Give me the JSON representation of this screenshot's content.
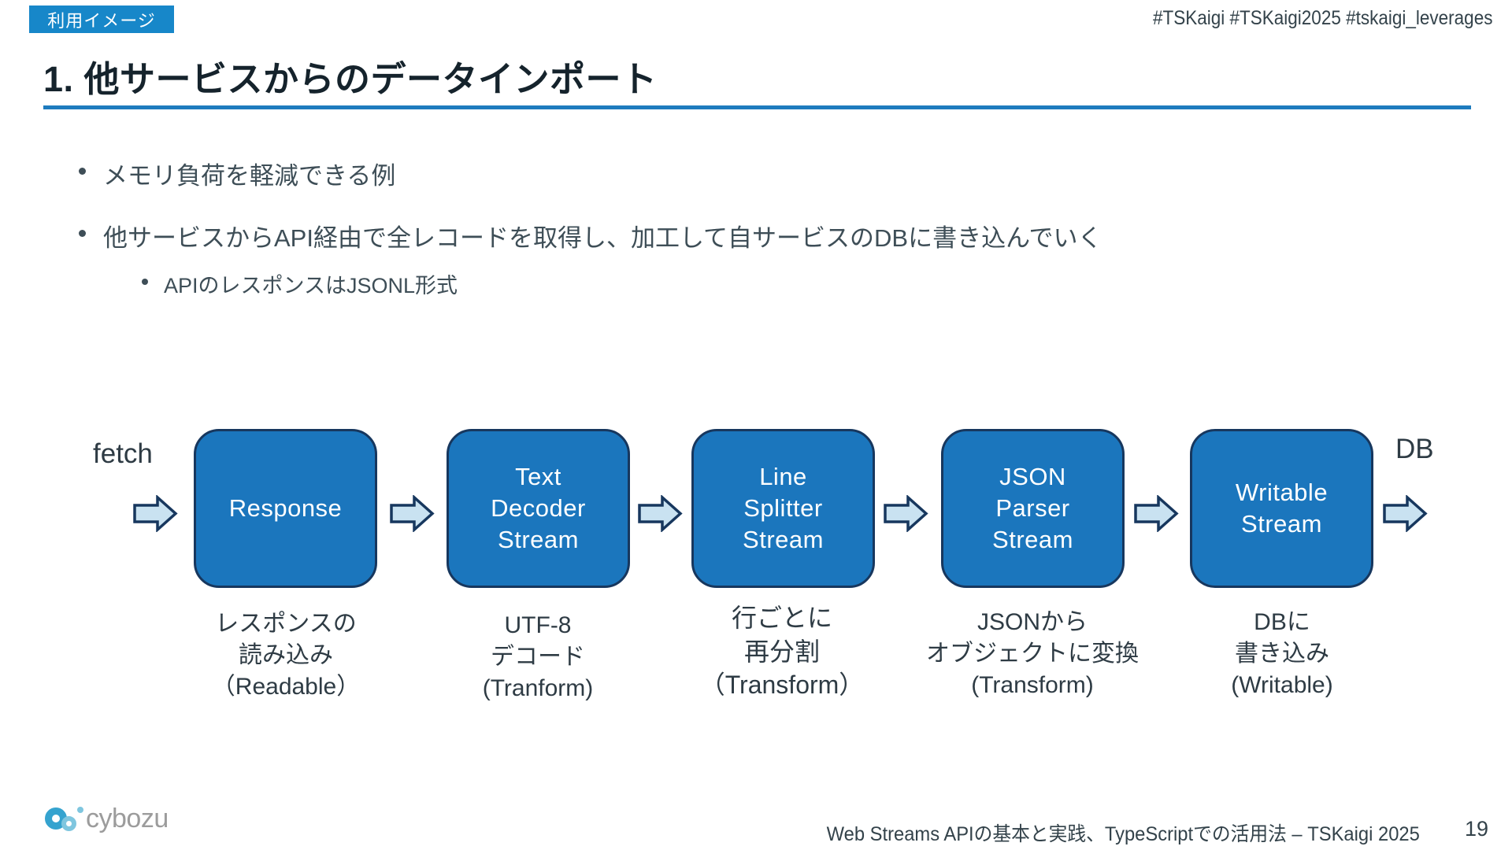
{
  "colors": {
    "accent_blue": "#1E7BBE",
    "badge_blue": "#1787C9",
    "node_fill": "#1B76BD",
    "node_border": "#17375E",
    "arrow_fill": "#C9E2F1",
    "arrow_border": "#17375E",
    "title_text": "#15232C",
    "body_text": "#3E4E57",
    "logo_gray": "#9C9C9C",
    "logo_blue": "#35A3CF",
    "logo_blue_light": "#7FC6DF"
  },
  "header": {
    "badge": "利用イメージ",
    "hashtags": "#TSKaigi #TSKaigi2025 #tskaigi_leverages",
    "title": "1. 他サービスからのデータインポート"
  },
  "bullets": [
    {
      "level": 1,
      "text": "メモリ負荷を軽減できる例"
    },
    {
      "level": 1,
      "text": "他サービスからAPI経由で全レコードを取得し、加工して自サービスのDBに書き込んでいく"
    },
    {
      "level": 2,
      "text": "APIのレスポンスはJSONL形式"
    }
  ],
  "diagram": {
    "input_label": "fetch",
    "output_label": "DB",
    "nodes": [
      {
        "label_lines": [
          "Response"
        ],
        "caption_lines": [
          "レスポンスの",
          "読み込み",
          "（Readable）"
        ]
      },
      {
        "label_lines": [
          "Text",
          "Decoder",
          "Stream"
        ],
        "caption_lines": [
          "UTF-8",
          "デコード",
          "(Tranform)"
        ]
      },
      {
        "label_lines": [
          "Line",
          "Splitter",
          "Stream"
        ],
        "caption_lines": [
          "行ごとに",
          "再分割",
          "（Transform）"
        ]
      },
      {
        "label_lines": [
          "JSON",
          "Parser",
          "Stream"
        ],
        "caption_lines": [
          "JSONから",
          "オブジェクトに変換",
          "(Transform)"
        ]
      },
      {
        "label_lines": [
          "Writable",
          "Stream"
        ],
        "caption_lines": [
          "DBに",
          "書き込み",
          "(Writable)"
        ]
      }
    ]
  },
  "footer": {
    "logo_text": "cybozu",
    "deck_title": "Web Streams APIの基本と実践、TypeScriptでの活用法 – TSKaigi 2025",
    "page_number": "19"
  }
}
